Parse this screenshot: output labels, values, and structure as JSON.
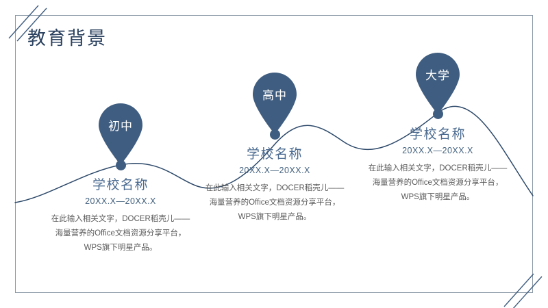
{
  "page": {
    "title": "教育背景"
  },
  "timeline": {
    "milestones": [
      {
        "pin_label": "初中",
        "school": "学校名称",
        "date": "20XX.X—20XX.X",
        "body": "在此输入相关文字，DOCER稻壳儿——海量营养的Office文档资源分享平台，WPS旗下明星产品。"
      },
      {
        "pin_label": "高中",
        "school": "学校名称",
        "date": "20XX.X—20XX.X",
        "body": "在此输入相关文字，DOCER稻壳儿——海量营养的Office文档资源分享平台，WPS旗下明星产品。"
      },
      {
        "pin_label": "大学",
        "school": "学校名称",
        "date": "20XX.X—20XX.X",
        "body": "在此输入相关文字，DOCER稻壳儿——海量营养的Office文档资源分享平台，WPS旗下明星产品。"
      }
    ]
  },
  "colors": {
    "pin_fill": "#3f5d80",
    "curve_line": "#2e4a6b",
    "frame_border": "#8c9aa8",
    "title_text": "#2b4260",
    "school_text": "#4a6a90",
    "body_text": "#5a5a5a",
    "accent_diagonal": "#3f5d80"
  }
}
